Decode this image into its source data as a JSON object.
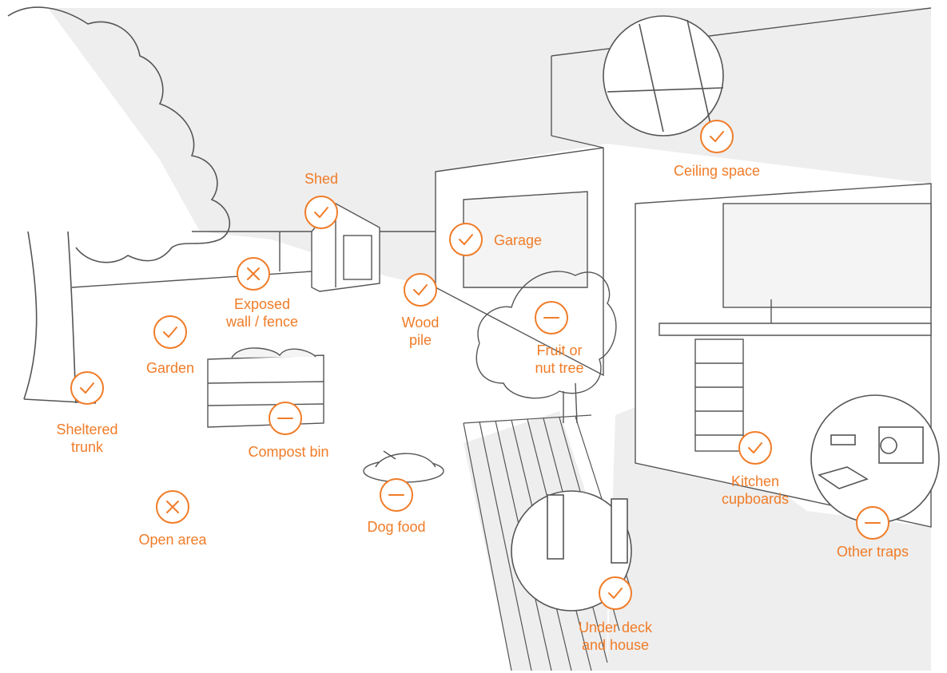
{
  "colors": {
    "accent": "#f07c28",
    "ink": "#4a4a4a",
    "shade": "#eeeeee"
  },
  "legend_icons": {
    "check": "check-icon",
    "cross": "cross-icon",
    "dash": "dash-icon"
  },
  "locations": [
    {
      "id": "ceiling-space",
      "status": "check",
      "lines": [
        "Ceiling space"
      ]
    },
    {
      "id": "shed",
      "status": "check",
      "lines": [
        "Shed"
      ]
    },
    {
      "id": "garage",
      "status": "check",
      "lines": [
        "Garage"
      ]
    },
    {
      "id": "exposed-wall-fence",
      "status": "cross",
      "lines": [
        "Exposed",
        "wall / fence"
      ]
    },
    {
      "id": "wood-pile",
      "status": "check",
      "lines": [
        "Wood",
        "pile"
      ]
    },
    {
      "id": "fruit-or-nut-tree",
      "status": "dash",
      "lines": [
        "Fruit or",
        "nut tree"
      ]
    },
    {
      "id": "garden",
      "status": "check",
      "lines": [
        "Garden"
      ]
    },
    {
      "id": "sheltered-trunk",
      "status": "check",
      "lines": [
        "Sheltered",
        "trunk"
      ]
    },
    {
      "id": "compost-bin",
      "status": "dash",
      "lines": [
        "Compost bin"
      ]
    },
    {
      "id": "dog-food",
      "status": "dash",
      "lines": [
        "Dog food"
      ]
    },
    {
      "id": "open-area",
      "status": "cross",
      "lines": [
        "Open area"
      ]
    },
    {
      "id": "kitchen-cupboards",
      "status": "check",
      "lines": [
        "Kitchen",
        "cupboards"
      ]
    },
    {
      "id": "other-traps",
      "status": "dash",
      "lines": [
        "Other traps"
      ]
    },
    {
      "id": "under-deck-and-house",
      "status": "check",
      "lines": [
        "Under deck",
        "and house"
      ]
    }
  ]
}
